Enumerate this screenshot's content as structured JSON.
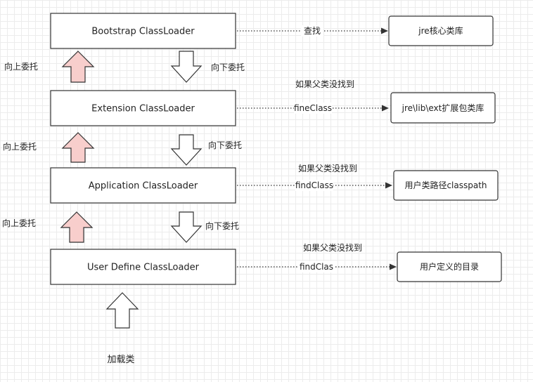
{
  "loaders": [
    {
      "name": "Bootstrap ClassLoader",
      "edge_label": "查找",
      "target": "jre核心类库",
      "fallback_note": ""
    },
    {
      "name": "Extension ClassLoader",
      "edge_label": "fineClass",
      "target": "jre\\lib\\ext扩展包类库",
      "fallback_note": "如果父类没找到"
    },
    {
      "name": "Application ClassLoader",
      "edge_label": "findClass",
      "target": "用户类路径classpath",
      "fallback_note": "如果父类没找到"
    },
    {
      "name": "User Define ClassLoader",
      "edge_label": "findClas",
      "target": "用户定义的目录",
      "fallback_note": "如果父类没找到"
    }
  ],
  "delegation": {
    "up_label": "向上委托",
    "down_label": "向下委托"
  },
  "entry": {
    "label": "加载类"
  },
  "colors": {
    "up_arrow_fill": "#f8cecc",
    "down_arrow_fill": "#ffffff",
    "box_stroke": "#333333"
  }
}
